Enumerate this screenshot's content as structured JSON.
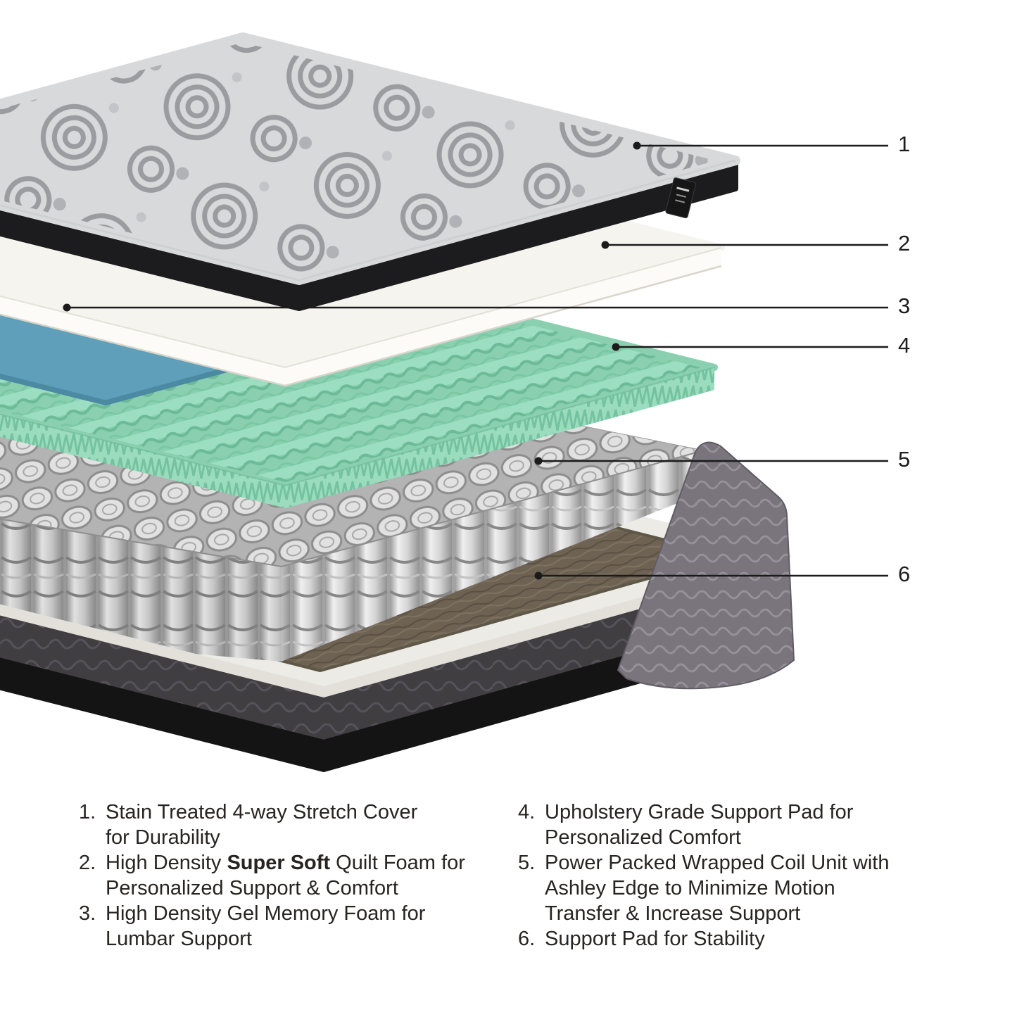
{
  "illustration": {
    "alt": "Exploded cutaway diagram of mattress layers",
    "colors": {
      "cover_fabric": "#d8d9db",
      "cover_border": "#1c1c1e",
      "quilt_foam": "#f6f4ee",
      "gel_memory_foam": "#5f9fb9",
      "support_pad_foam": "#8ad0b0",
      "coil_unit": "#d6d6d6",
      "base_pad": "#6e6353",
      "base_side": "#413e42"
    }
  },
  "callouts": {
    "n1": "1",
    "n2": "2",
    "n3": "3",
    "n4": "4",
    "n5": "5",
    "n6": "6"
  },
  "legend": {
    "left": [
      {
        "num": "1.",
        "l1": "Stain Treated 4-way Stretch Cover",
        "l2": "for Durability"
      },
      {
        "num": "2.",
        "l1a": "High Density ",
        "l1b": "Super Soft",
        "l1c": " Quilt Foam for",
        "l2": "Personalized Support & Comfort"
      },
      {
        "num": "3.",
        "l1": "High Density Gel Memory Foam for",
        "l2": "Lumbar Support"
      }
    ],
    "right": [
      {
        "num": "4.",
        "l1": "Upholstery Grade Support Pad for",
        "l2": "Personalized Comfort"
      },
      {
        "num": "5.",
        "l1": "Power Packed Wrapped Coil Unit with",
        "l2": "Ashley Edge to Minimize Motion",
        "l3": "Transfer & Increase Support"
      },
      {
        "num": "6.",
        "l1": "Support Pad for Stability"
      }
    ]
  }
}
